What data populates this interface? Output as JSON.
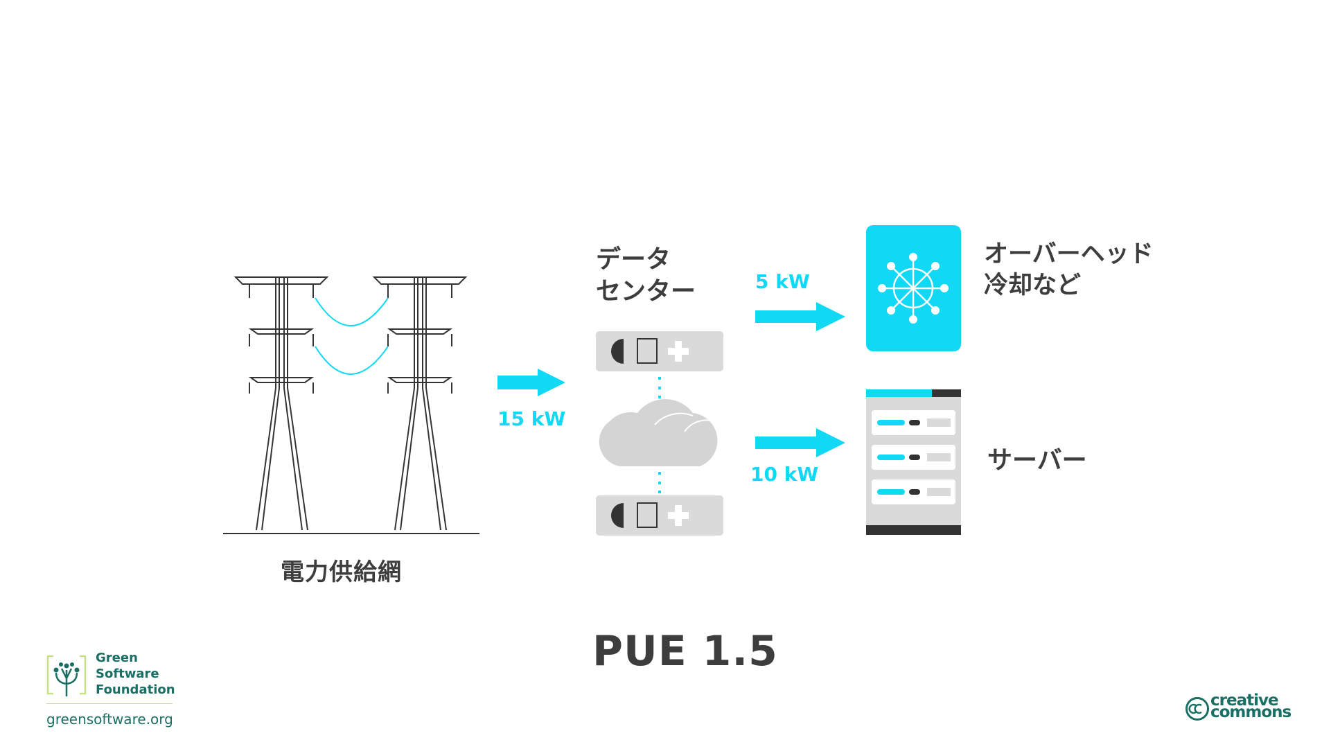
{
  "grid": {
    "label": "電力供給網"
  },
  "datacenter": {
    "label_line1": "データ",
    "label_line2": "センター"
  },
  "flows": {
    "input": "15 kW",
    "overhead": "5 kW",
    "servers": "10 kW"
  },
  "overhead": {
    "label_line1": "オーバーヘッド",
    "label_line2": "冷却など"
  },
  "servers": {
    "label": "サーバー"
  },
  "metric": {
    "label": "PUE 1.5"
  },
  "footer": {
    "org_line1": "Green",
    "org_line2": "Software",
    "org_line3": "Foundation",
    "url": "greensoftware.org",
    "license_line1": "creative",
    "license_line2": "commons"
  },
  "colors": {
    "accent": "#10d8f5",
    "dark": "#3d3d3d",
    "panel": "#dadada",
    "brand": "#1b6e63"
  },
  "icons": [
    "power-tower-icon",
    "arrow-right-icon",
    "server-cloud-icon",
    "cooling-snowflake-icon",
    "server-rack-icon",
    "green-software-logo",
    "creative-commons-logo"
  ]
}
